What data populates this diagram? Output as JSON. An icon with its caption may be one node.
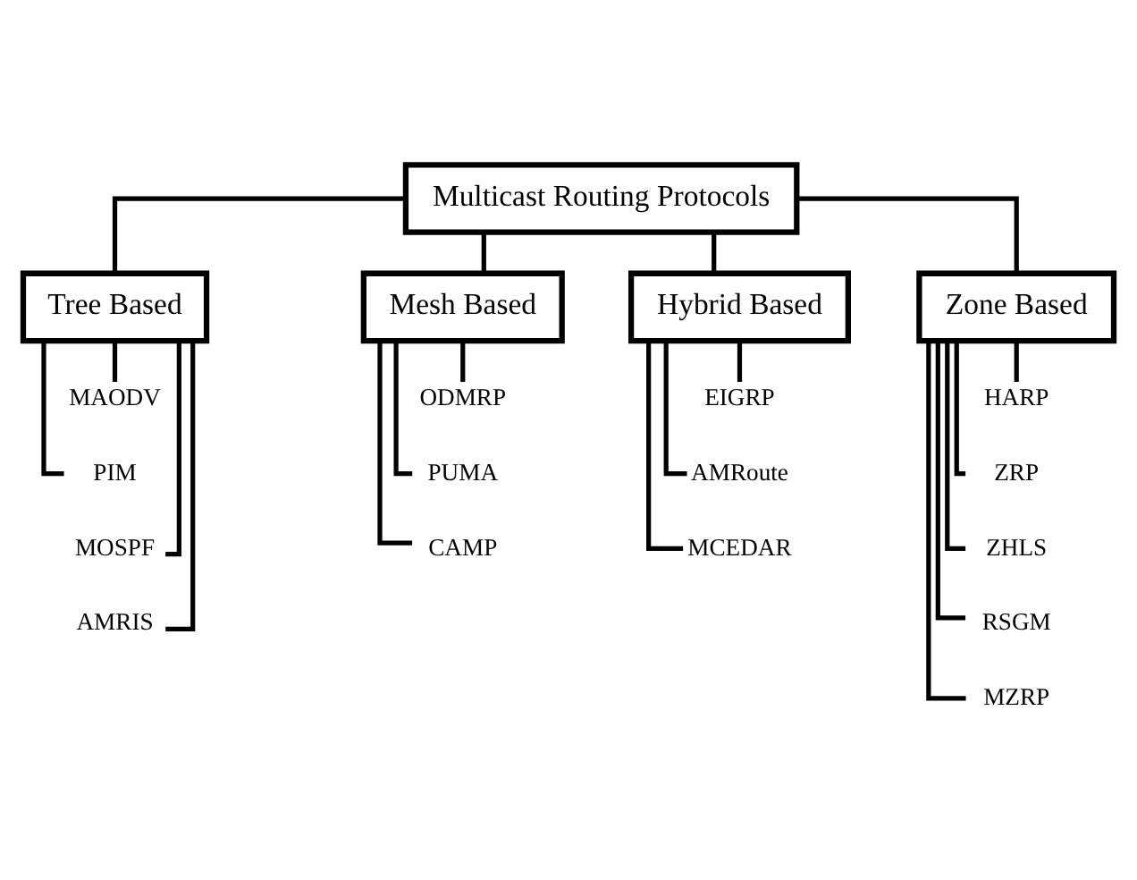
{
  "diagram": {
    "nodes": [
      {
        "text": [
          "Multicast Routing Protocols"
        ]
      },
      {
        "text": [
          "Tree Based"
        ]
      },
      {
        "text": [
          "Mesh Based"
        ]
      },
      {
        "text": [
          "Hybrid Based"
        ]
      },
      {
        "text": [
          "Zone Based"
        ]
      },
      {
        "text": [
          "MAODV"
        ]
      },
      {
        "text": [
          "PIM"
        ]
      },
      {
        "text": [
          "MOSPF"
        ]
      },
      {
        "text": [
          "AMRIS"
        ]
      },
      {
        "text": [
          "ODMRP"
        ]
      },
      {
        "text": [
          "PUMA"
        ]
      },
      {
        "text": [
          "CAMP"
        ]
      },
      {
        "text": [
          "EIGRP"
        ]
      },
      {
        "text": [
          "AMRoute"
        ]
      },
      {
        "text": [
          "MCEDAR"
        ]
      },
      {
        "text": [
          "HARP"
        ]
      },
      {
        "text": [
          "ZRP"
        ]
      },
      {
        "text": [
          "ZHLS"
        ]
      },
      {
        "text": [
          "RSGM"
        ]
      },
      {
        "text": [
          "MZRP"
        ]
      }
    ],
    "edges": [
      {
        "from": 0,
        "to": 1,
        "arrow": "none"
      },
      {
        "from": 0,
        "to": 2,
        "arrow": "none"
      },
      {
        "from": 0,
        "to": 3,
        "arrow": "none"
      },
      {
        "from": 0,
        "to": 4,
        "arrow": "none"
      },
      {
        "from": 1,
        "to": 5,
        "arrow": "none"
      },
      {
        "from": 1,
        "to": 6,
        "arrow": "none"
      },
      {
        "from": 1,
        "to": 7,
        "arrow": "none"
      },
      {
        "from": 1,
        "to": 8,
        "arrow": "none"
      },
      {
        "from": 2,
        "to": 9,
        "arrow": "none"
      },
      {
        "from": 2,
        "to": 10,
        "arrow": "none"
      },
      {
        "from": 2,
        "to": 11,
        "arrow": "none"
      },
      {
        "from": 3,
        "to": 12,
        "arrow": "none"
      },
      {
        "from": 3,
        "to": 13,
        "arrow": "none"
      },
      {
        "from": 3,
        "to": 14,
        "arrow": "none"
      },
      {
        "from": 4,
        "to": 15,
        "arrow": "none"
      },
      {
        "from": 4,
        "to": 16,
        "arrow": "none"
      },
      {
        "from": 4,
        "to": 17,
        "arrow": "none"
      },
      {
        "from": 4,
        "to": 18,
        "arrow": "none"
      },
      {
        "from": 4,
        "to": 19,
        "arrow": "none"
      }
    ]
  }
}
